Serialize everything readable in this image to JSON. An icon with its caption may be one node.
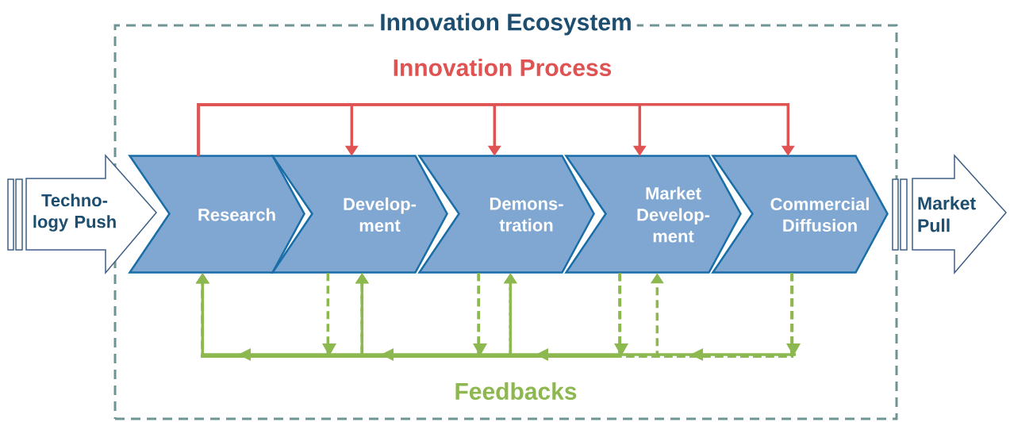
{
  "diagram": {
    "nodes": [
      {
        "text": [
          "Innovation Ecosystem"
        ]
      },
      {
        "text": [
          "Techno- logy Push"
        ]
      },
      {
        "text": [
          "Research"
        ],
        "in": 0
      },
      {
        "text": [
          "Develop- ment"
        ],
        "in": 0
      },
      {
        "text": [
          "Demons- tration"
        ],
        "in": 0
      },
      {
        "text": [
          "Market Develop- ment"
        ],
        "in": 0
      },
      {
        "text": [
          "Commercial Diffusion"
        ],
        "in": 0
      },
      {
        "text": [
          "Market Pull"
        ]
      }
    ],
    "edges": [
      {
        "from": 2,
        "to": 3,
        "arrow": "to",
        "color": "#e05353"
      },
      {
        "from": 2,
        "to": 4,
        "arrow": "to",
        "color": "#e05353"
      },
      {
        "from": 2,
        "to": 5,
        "arrow": "to",
        "color": "#e05353"
      },
      {
        "from": 2,
        "to": 6,
        "arrow": "to",
        "color": "#e05353"
      },
      {
        "from": 3,
        "to": 2,
        "arrow": "to",
        "style": "dashed"
      },
      {
        "from": 4,
        "to": 3,
        "arrow": "to",
        "style": "dashed"
      },
      {
        "from": 4,
        "to": 2,
        "arrow": "to",
        "style": "dashed"
      },
      {
        "from": 5,
        "to": 4,
        "arrow": "to",
        "style": "dashed"
      },
      {
        "from": 5,
        "to": 3,
        "arrow": "to",
        "style": "dashed"
      },
      {
        "from": 5,
        "to": 2,
        "arrow": "to",
        "style": "dashed"
      },
      {
        "from": 6,
        "to": 5,
        "arrow": "to",
        "style": "dashed"
      },
      {
        "from": 6,
        "to": 4,
        "arrow": "to",
        "style": "dashed"
      },
      {
        "from": 6,
        "to": 3,
        "arrow": "to",
        "style": "dashed"
      },
      {
        "from": 6,
        "to": 2,
        "arrow": "to",
        "style": "dashed"
      }
    ],
    "labels": [
      "Innovation Process",
      "Feedbacks"
    ]
  }
}
